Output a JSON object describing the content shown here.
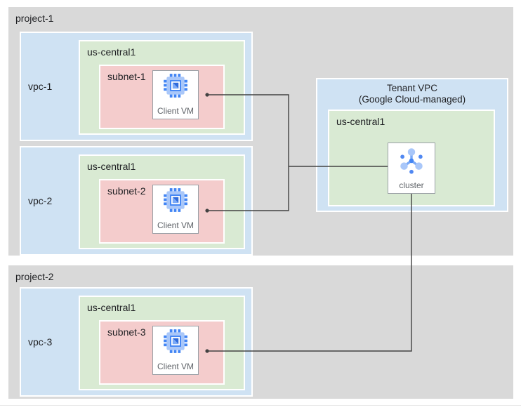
{
  "projects": [
    {
      "label": "project-1",
      "vpcs": [
        {
          "label": "vpc-1",
          "region": "us-central1",
          "subnet": "subnet-1",
          "vm_label": "Client VM"
        },
        {
          "label": "vpc-2",
          "region": "us-central1",
          "subnet": "subnet-2",
          "vm_label": "Client VM"
        }
      ]
    },
    {
      "label": "project-2",
      "vpcs": [
        {
          "label": "vpc-3",
          "region": "us-central1",
          "subnet": "subnet-3",
          "vm_label": "Client VM"
        }
      ]
    }
  ],
  "tenant_vpc": {
    "title_line1": "Tenant VPC",
    "title_line2": "(Google Cloud-managed)",
    "region": "us-central1",
    "node_label": "cluster"
  },
  "icons": {
    "vm": "compute-vm-chip-icon",
    "cluster": "cluster-hub-spoke-icon"
  },
  "colors": {
    "project_bg": "#d9d9d9",
    "vpc_bg": "#cfe2f3",
    "region_bg": "#d9ead3",
    "subnet_bg": "#f4cccc",
    "connector": "#424242",
    "icon_blue": "#4285f4",
    "icon_light_blue": "#a9c7f9",
    "node_label_text": "#5f6368"
  }
}
